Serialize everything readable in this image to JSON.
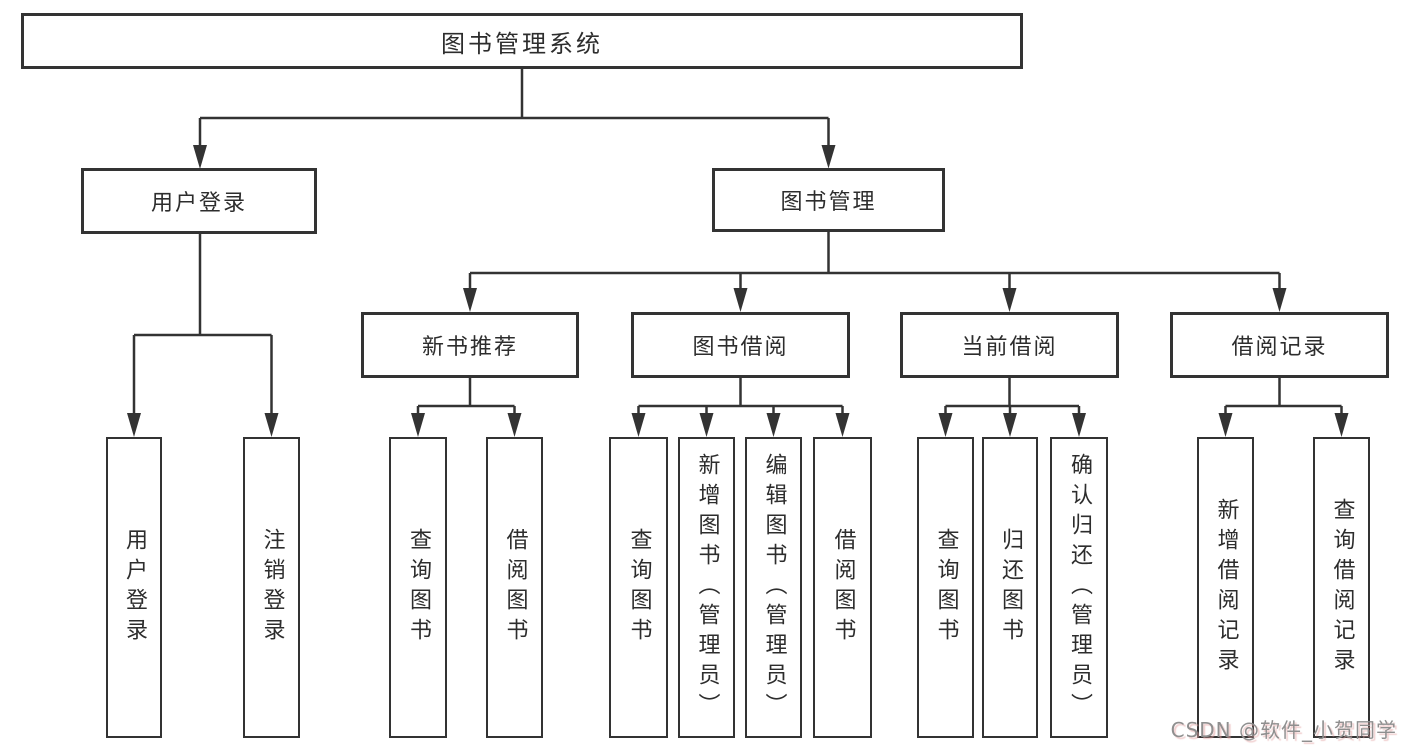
{
  "diagram": {
    "title": "图书管理系统",
    "level2": {
      "user_login": "用户登录",
      "book_management": "图书管理"
    },
    "level3": {
      "new_book_recommend": "新书推荐",
      "book_borrow": "图书借阅",
      "current_borrow": "当前借阅",
      "borrow_records": "借阅记录"
    },
    "leaves": {
      "user_login": "用户登录",
      "logout": "注销登录",
      "nb_query_book": "查询图书",
      "nb_borrow_book": "借阅图书",
      "bb_query_book": "查询图书",
      "bb_add_book": "新增图书（管理员）",
      "bb_edit_book": "编辑图书（管理员）",
      "bb_borrow_book": "借阅图书",
      "cb_query_book": "查询图书",
      "cb_return_book": "归还图书",
      "cb_confirm_return": "确认归还（管理员）",
      "br_add_record": "新增借阅记录",
      "br_query_record": "查询借阅记录"
    }
  },
  "watermark": "CSDN @软件_小贺同学",
  "colors": {
    "line": "#333333",
    "text": "#2d2d2d",
    "watermark": "#8f8f8f"
  }
}
